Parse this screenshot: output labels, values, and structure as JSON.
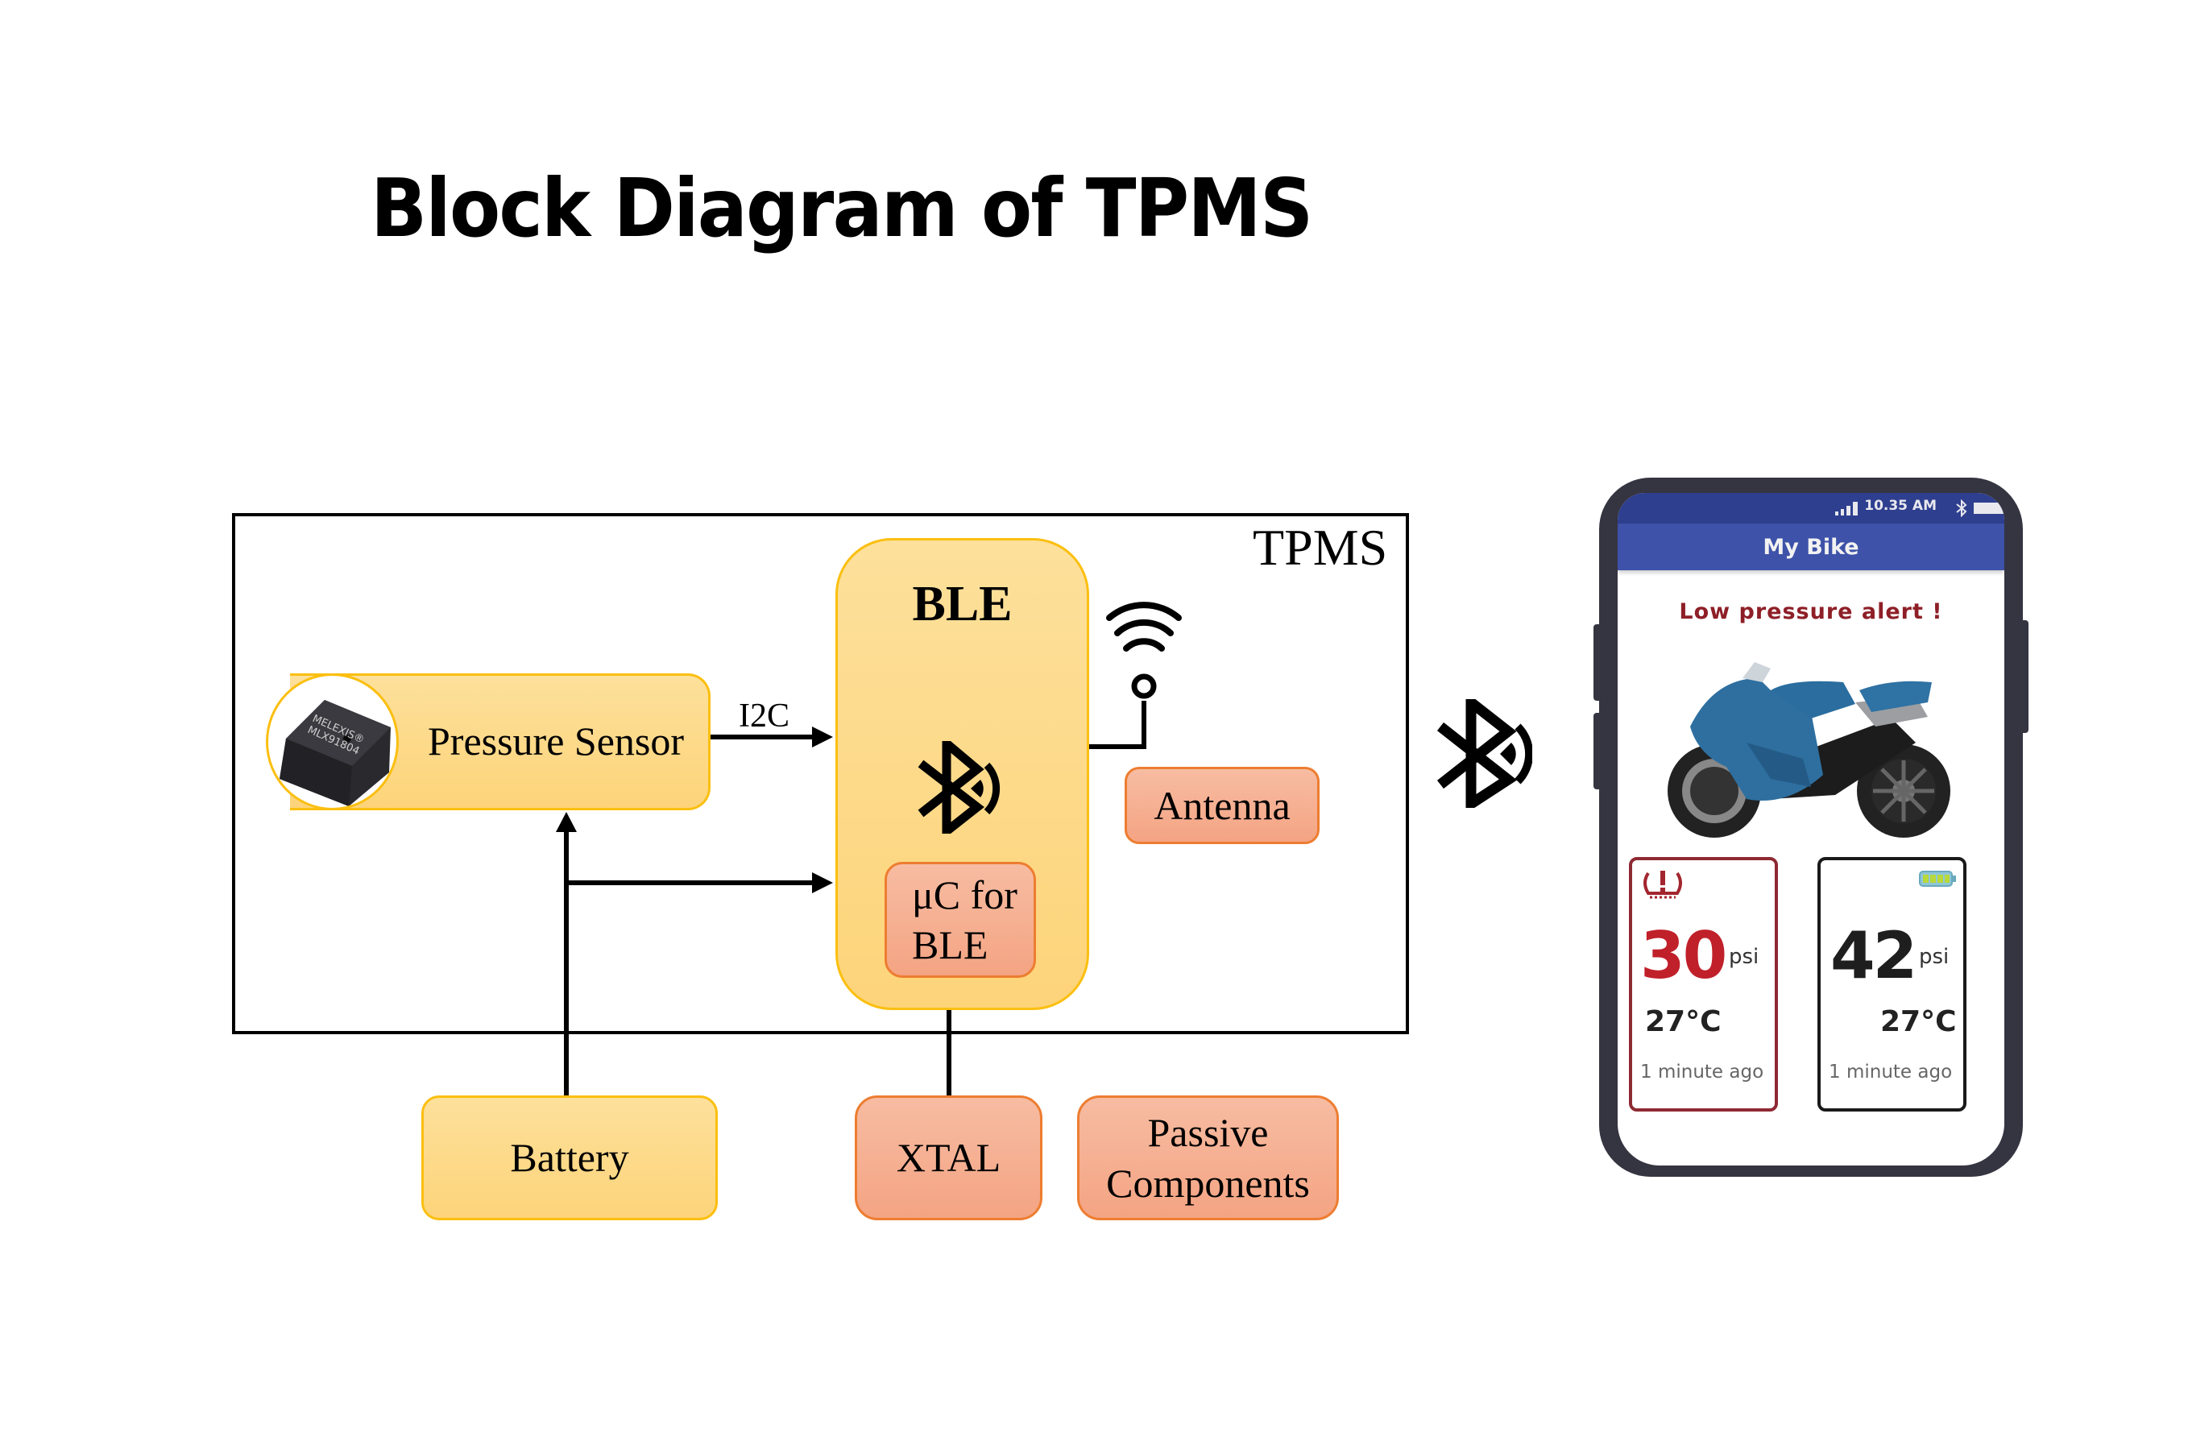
{
  "title": "Block Diagram of TPMS",
  "tpms_module": {
    "label": "TPMS",
    "blocks": {
      "pressure_sensor": {
        "label": "Pressure Sensor",
        "chip_marking_line1": "MELEXIS®",
        "chip_marking_line2": "MLX91804"
      },
      "ble": {
        "label": "BLE"
      },
      "uc": {
        "label_line1": "μC for",
        "label_line2": "BLE"
      },
      "antenna": {
        "label": "Antenna"
      }
    },
    "connections": [
      {
        "from": "Pressure Sensor",
        "to": "BLE",
        "label": "I2C"
      },
      {
        "from": "Battery",
        "to": "Pressure Sensor",
        "label": ""
      },
      {
        "from": "Battery",
        "to": "BLE",
        "label": ""
      },
      {
        "from": "BLE",
        "to": "Antenna",
        "label": ""
      },
      {
        "from": "BLE",
        "to": "XTAL",
        "label": ""
      }
    ]
  },
  "external_blocks": {
    "battery": {
      "label": "Battery"
    },
    "xtal": {
      "label": "XTAL"
    },
    "passive": {
      "label_line1": "Passive",
      "label_line2": "Components"
    }
  },
  "colors": {
    "yellow_fill": "#fdd88a",
    "yellow_border": "#fbbf10",
    "salmon_fill": "#f5ae90",
    "salmon_border": "#ed7d31",
    "app_header": "#3d52a8",
    "alert_red": "#8e1f27",
    "low_psi_red": "#c0202a"
  },
  "phone": {
    "status_time": "10.35 AM",
    "app_title": "My Bike",
    "alert_text": "Low pressure alert !",
    "tires": [
      {
        "position": "front",
        "pressure": "30",
        "unit": "psi",
        "temperature": "27°C",
        "updated": "1 minute ago",
        "status": "low",
        "icon": "tire-pressure-warning-icon"
      },
      {
        "position": "rear",
        "pressure": "42",
        "unit": "psi",
        "temperature": "27°C",
        "updated": "1 minute ago",
        "status": "ok",
        "icon": "battery-full-icon"
      }
    ]
  }
}
